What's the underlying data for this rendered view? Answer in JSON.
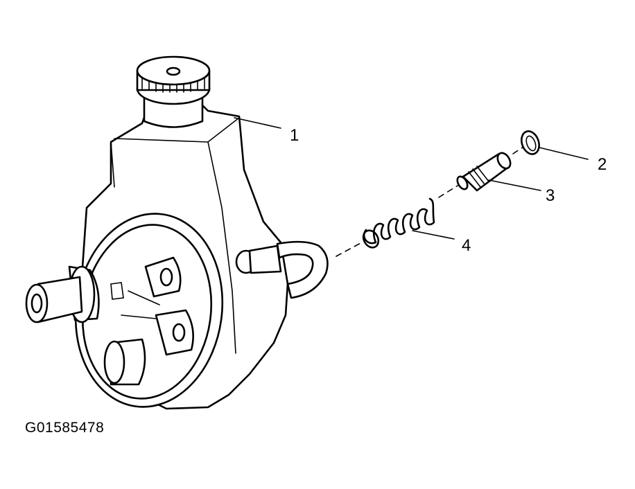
{
  "callouts": [
    {
      "id": "1",
      "label": "1"
    },
    {
      "id": "2",
      "label": "2"
    },
    {
      "id": "3",
      "label": "3"
    },
    {
      "id": "4",
      "label": "4"
    }
  ],
  "figure_code": "G01585478"
}
